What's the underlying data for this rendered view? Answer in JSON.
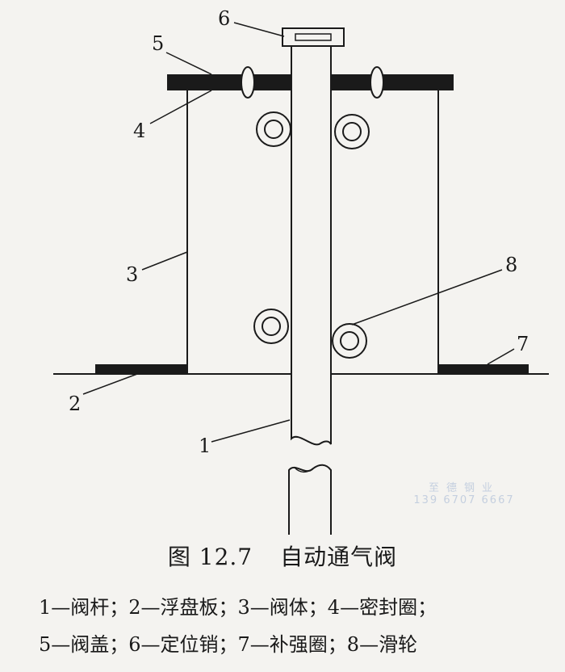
{
  "figure": {
    "number": "图 12.7",
    "title": "自动通气阀"
  },
  "callouts": [
    "1",
    "2",
    "3",
    "4",
    "5",
    "6",
    "7",
    "8"
  ],
  "legend": {
    "line1": "1—阀杆；2—浮盘板；3—阀体；4—密封圈；",
    "line2": "5—阀盖；6—定位销；7—补强圈；8—滑轮"
  },
  "watermark": {
    "name": "至德钢业",
    "phone": "139 6707 6667"
  }
}
